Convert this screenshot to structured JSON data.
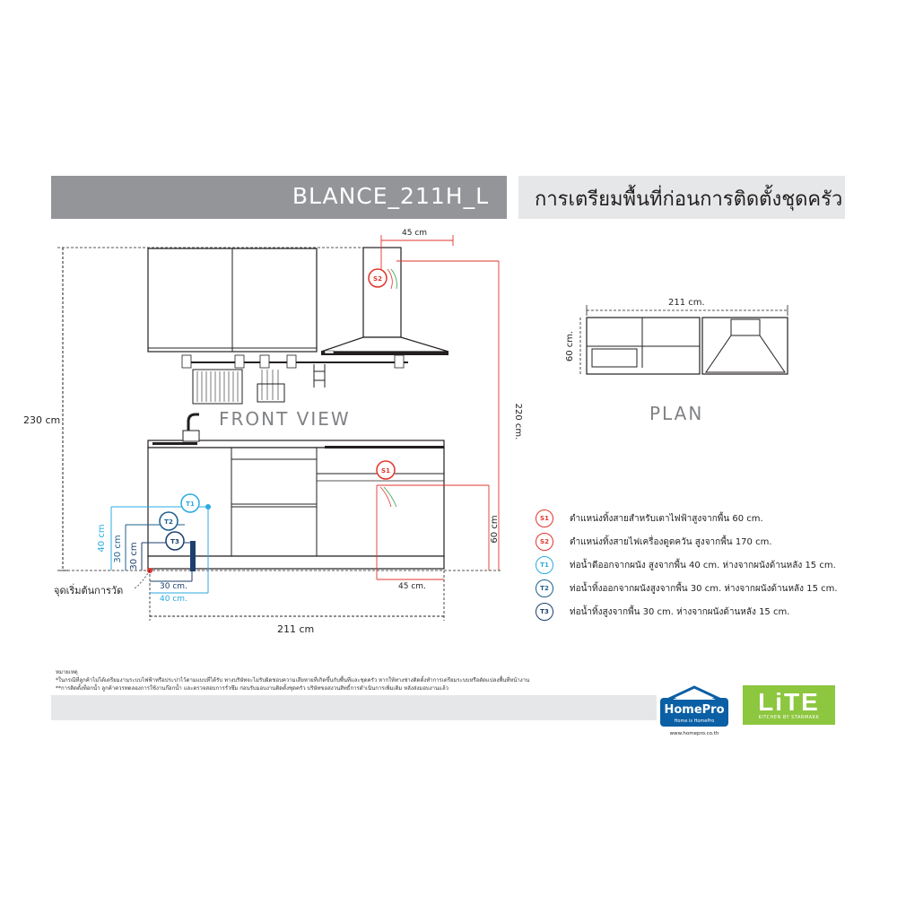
{
  "header": {
    "model": "BLANCE_211H_L",
    "subtitle": "การเตรียมพื้นที่ก่อนการติดตั้งชุดครัว"
  },
  "front_view": {
    "label": "FRONT VIEW",
    "height_label": "230 cm",
    "width_label": "211 cm",
    "hood_offset_label": "45 cm",
    "s2_height_label": "220 cm.",
    "s1_height_label": "60 cm",
    "s1_offset_label": "45 cm.",
    "t1_height_label": "40 cm",
    "t2_height_label": "30 cm",
    "t3_height_label": "30 cm",
    "t_30_label": "30 cm.",
    "t_40_label": "40 cm.",
    "start_point_label": "จุดเริ่มต้นการวัด"
  },
  "plan": {
    "label": "PLAN",
    "width_label": "211 cm.",
    "depth_label": "60 cm."
  },
  "markers": {
    "s1": "S1",
    "s2": "S2",
    "t1": "T1",
    "t2": "T2",
    "t3": "T3"
  },
  "legend": [
    {
      "code": "S1",
      "text": "ตำแหน่งทิ้งสายสำหรับเตาไฟฟ้าสูงจากพื้น 60 cm.",
      "color": "#e2342c"
    },
    {
      "code": "S2",
      "text": "ตำแหน่งทิ้งสายไฟเครื่องดูดควัน สูงจากพื้น 170 cm.",
      "color": "#e2342c"
    },
    {
      "code": "T1",
      "text": "ท่อน้ำดีออกจากผนัง สูงจากพื้น 40 cm. ห่างจากผนังด้านหลัง 15 cm.",
      "color": "#29abe2"
    },
    {
      "code": "T2",
      "text": "ท่อน้ำทิ้งออกจากผนังสูงจากพื้น 30 cm. ห่างจากผนังด้านหลัง 15 cm.",
      "color": "#1c5f8e"
    },
    {
      "code": "T3",
      "text": "ท่อน้ำทิ้งสูงจากพื้น 30 cm. ห่างจากผนังด้านหลัง 15 cm.",
      "color": "#1c3f6e"
    }
  ],
  "notes": {
    "title": "หมายเหตุ",
    "line1": "*ในกรณีที่ลูกค้าไม่ได้เตรียมงานระบบไฟฟ้าหรือประปาไว้ตามแบบที่ได้รับ ทางบริษัทจะไม่รับผิดชอบความเสียหายที่เกิดขึ้นกับพื้นที่และชุดครัว หากให้ทางช่างติดตั้งทำการเตรียมระบบหรือดัดแปลงพื้นที่หน้างาน",
    "line2": "**การติดตั้งท็อกน้ำ ลูกค้าควรทดลองการใช้งานก๊อกน้ำ และตรวจสอบการรั่วซึม ก่อนรับมอบงานติดตั้งชุดครัว บริษัทขอสงวนสิทธิ์การดำเนินการเพิ่มเติม หลังส่งมอบงานแล้ว"
  },
  "brand": {
    "homepro": "HomePro",
    "homepro_tag": "Home is HomePro",
    "homepro_url": "www.homepro.co.th",
    "lite": "LiTE",
    "lite_tag": "KITCHEN BY STARMARK"
  },
  "colors": {
    "header_dark": "#939598",
    "header_light": "#e6e7e8",
    "red": "#e2342c",
    "cyan": "#29abe2",
    "blue": "#1c5f8e",
    "navy": "#1c3f6e",
    "lite_green": "#8dc63f",
    "homepro_blue": "#0b5fa5"
  }
}
